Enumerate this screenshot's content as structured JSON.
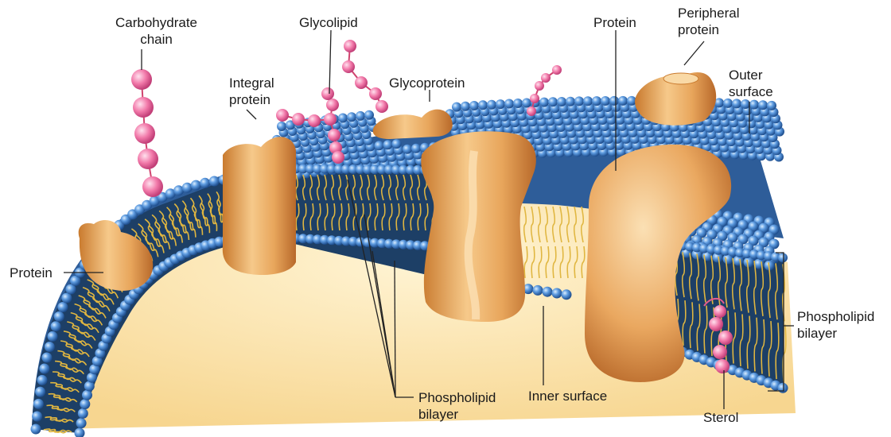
{
  "labels": {
    "carbohydrate_chain": [
      "Carbohydrate",
      "chain"
    ],
    "glycolipid": "Glycolipid",
    "integral_protein": [
      "Integral",
      "protein"
    ],
    "glycoprotein": "Glycoprotein",
    "protein_top": "Protein",
    "peripheral_protein": [
      "Peripheral",
      "protein"
    ],
    "outer_surface": [
      "Outer",
      "surface"
    ],
    "protein_left": "Protein",
    "phospholipid_bilayer_right": [
      "Phospholipid",
      "bilayer"
    ],
    "phospholipid_bilayer_bottom": [
      "Phospholipid",
      "bilayer"
    ],
    "inner_surface": "Inner surface",
    "sterol": "Sterol"
  },
  "colors": {
    "phospholipid_head": "#3f7fc4",
    "lipid_tail": "#e0b640",
    "bilayer_core": "#1d3f66",
    "protein": "#e6a35a",
    "carbohydrate": "#f07aa8",
    "cytoplasm": "#fbe3a8"
  }
}
